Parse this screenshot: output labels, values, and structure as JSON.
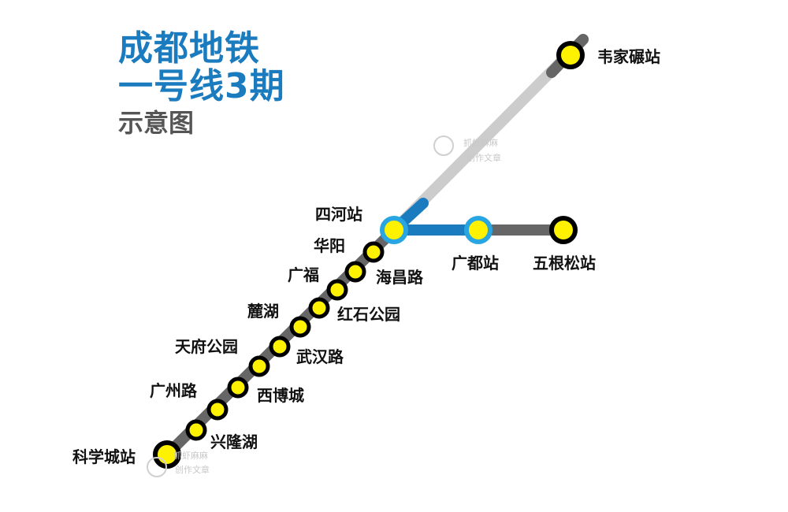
{
  "title": {
    "line1": "成都地铁",
    "line2": "一号线3期",
    "line3": "示意图"
  },
  "colors": {
    "title_blue": "#1a7bbf",
    "line_blue": "#1a7bbf",
    "line_dark": "#666666",
    "line_light": "#cccccc",
    "station_fill": "#fff200",
    "station_ring": "#000000",
    "transfer_ring": "#29a6e2"
  },
  "stations": {
    "wei_jia_nian": "韦家碾站",
    "si_he": "四河站",
    "guang_du": "广都站",
    "wu_gen_song": "五根松站",
    "hua_yang": "华阳",
    "hai_chang_lu": "海昌路",
    "guang_fu": "广福",
    "hong_shi_gong_yuan": "红石公园",
    "lu_hu": "麓湖",
    "wu_han_lu": "武汉路",
    "tian_fu_gong_yuan": "天府公园",
    "xi_bo_cheng": "西博城",
    "guang_zhou_lu": "广州路",
    "xing_long_hu": "兴隆湖",
    "ke_xue_cheng": "科学城站"
  },
  "watermark": {
    "line1": "抓虾麻麻",
    "line2": "创作文章"
  }
}
